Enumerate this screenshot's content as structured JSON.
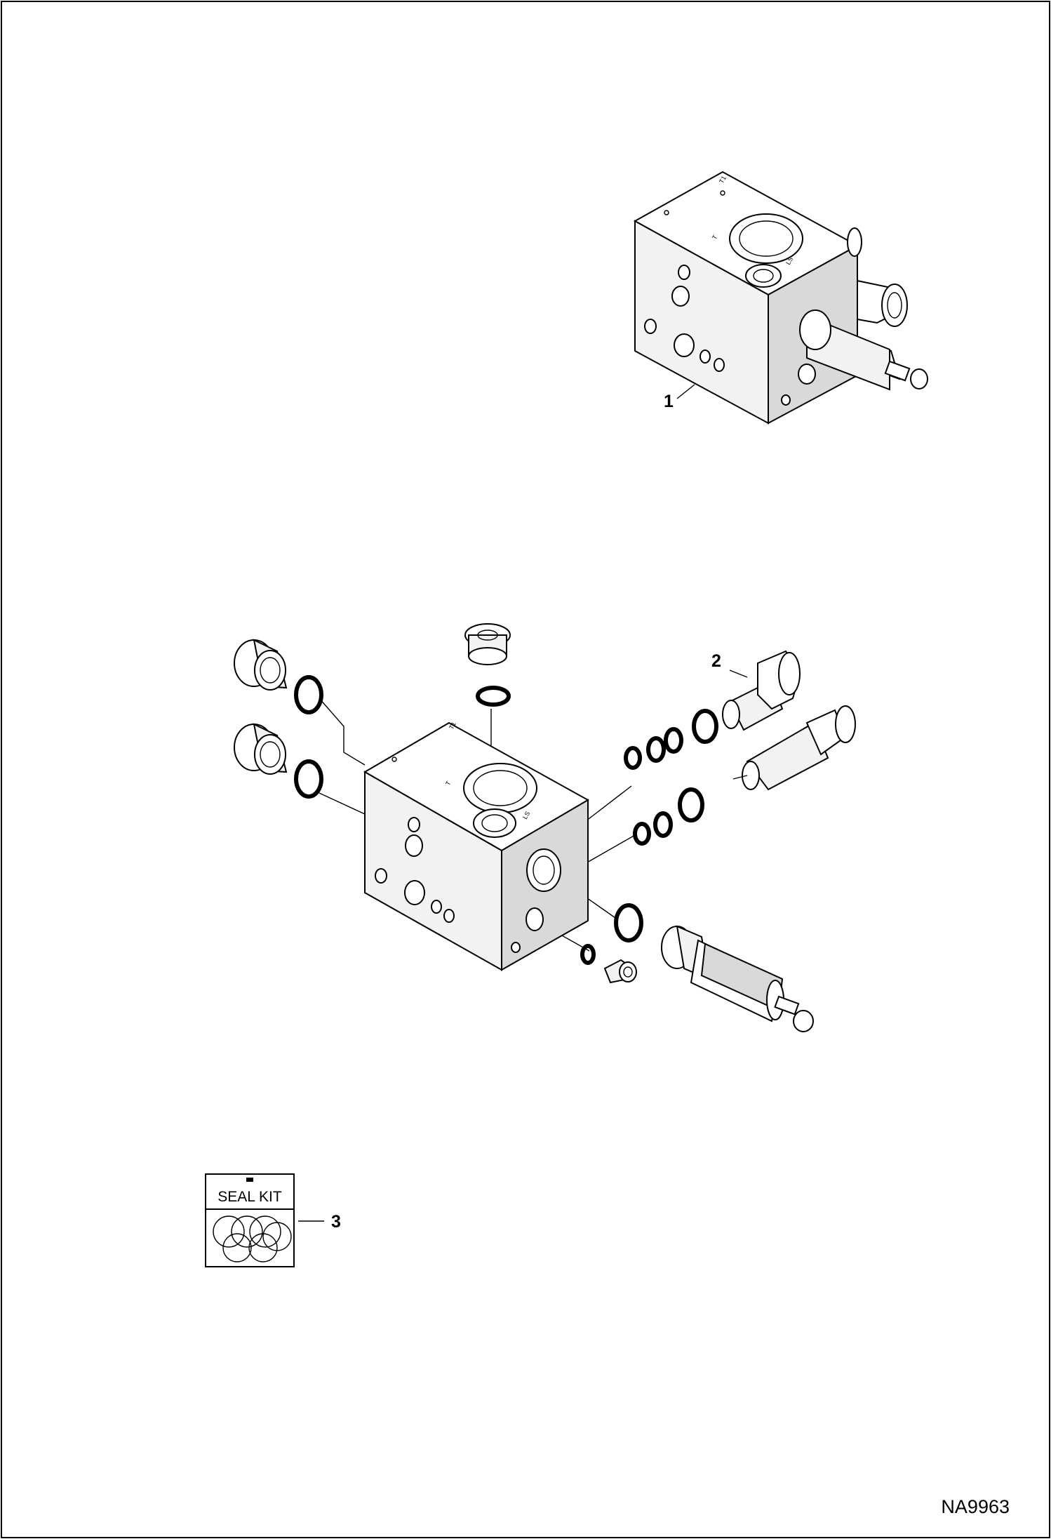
{
  "callouts": [
    {
      "number": "1",
      "part": "valve-assembly"
    },
    {
      "number": "2",
      "part": "check-valve-cartridge"
    },
    {
      "number": "3",
      "part": "seal-kit"
    }
  ],
  "seal_kit": {
    "label": "SEAL KIT"
  },
  "drawing_id": "NA9963",
  "port_marks": {
    "t1": "T1",
    "t": "T",
    "ls": "LS"
  }
}
